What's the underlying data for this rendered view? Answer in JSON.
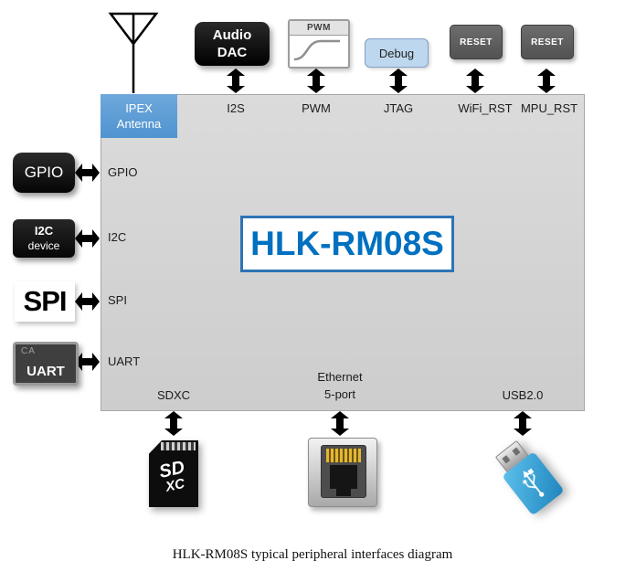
{
  "module": {
    "name": "HLK-RM08S",
    "ipex": {
      "line1": "IPEX",
      "line2": "Antenna"
    },
    "top_ports": [
      "I2S",
      "PWM",
      "JTAG",
      "WiFi_RST",
      "MPU_RST"
    ],
    "left_ports": [
      "GPIO",
      "I2C",
      "SPI",
      "UART"
    ],
    "bottom": {
      "sdxc": "SDXC",
      "ethernet_line1": "Ethernet",
      "ethernet_line2": "5-port",
      "usb": "USB2.0"
    }
  },
  "peripherals": {
    "audio_dac": {
      "line1": "Audio",
      "line2": "DAC"
    },
    "pwm": "PWM",
    "debug": "Debug",
    "wifi_reset": "RESET",
    "mpu_reset": "RESET",
    "gpio": "GPIO",
    "i2c": {
      "line1": "I2C",
      "line2": "device"
    },
    "spi": "SPI",
    "uart": {
      "watermark": "CA",
      "label": "UART"
    },
    "sd": {
      "line1": "SD",
      "line2": "XC"
    }
  },
  "caption": "HLK-RM08S typical peripheral interfaces diagram",
  "colors": {
    "module_fill": "#d4d4d4",
    "ipex_blue": "#5b9bd5",
    "debug_fill": "#bdd7ee",
    "brand_blue": "#0070c0",
    "brand_border": "#2e74b5",
    "arrow_gray": "#b1b1b1",
    "usb_blue": "#2f9fd8"
  }
}
